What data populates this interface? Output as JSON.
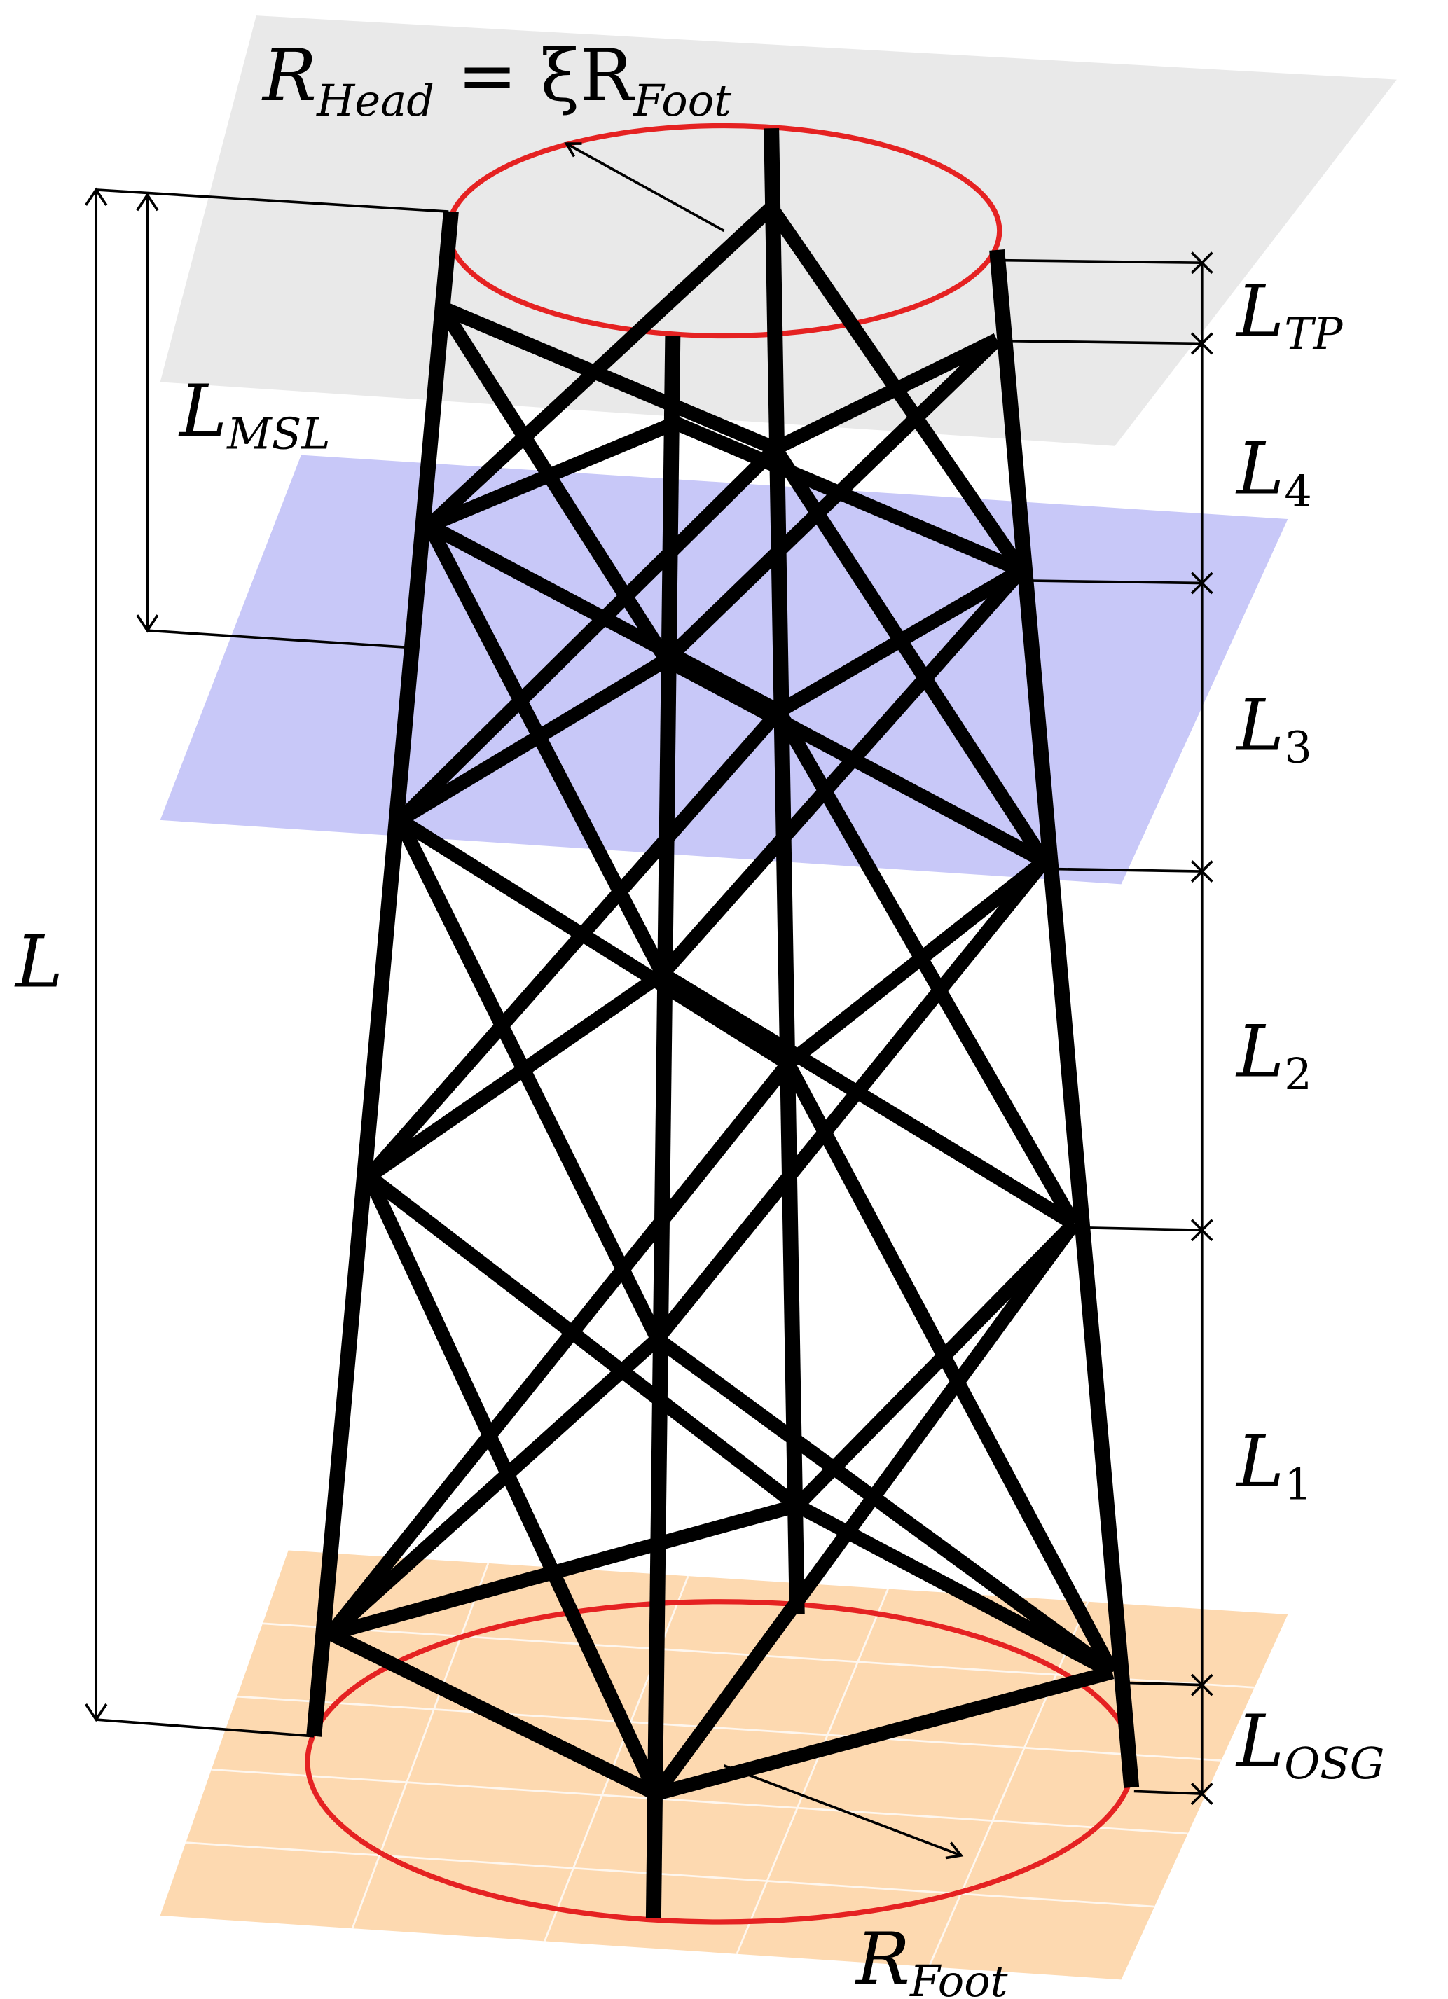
{
  "colors": {
    "top_plane": "#e8e8e8",
    "msl_plane": "#c8c8f8",
    "ground_plane": "#fdd9b0",
    "ellipse": "#e52222",
    "members": "#000000"
  },
  "labels": {
    "head_radius": {
      "main": "R",
      "sub": "Head",
      "rest": " = ξR",
      "sub2": "Foot"
    },
    "foot_radius": {
      "main": "R",
      "sub": "Foot"
    },
    "total_length": "L",
    "msl": {
      "main": "L",
      "sub": "MSL"
    },
    "tp": {
      "main": "L",
      "sub": "TP"
    },
    "l4": {
      "main": "L",
      "sub": "4"
    },
    "l3": {
      "main": "L",
      "sub": "3"
    },
    "l2": {
      "main": "L",
      "sub": "2"
    },
    "l1": {
      "main": "L",
      "sub": "1"
    },
    "osg": {
      "main": "L",
      "sub": "OSG"
    }
  }
}
